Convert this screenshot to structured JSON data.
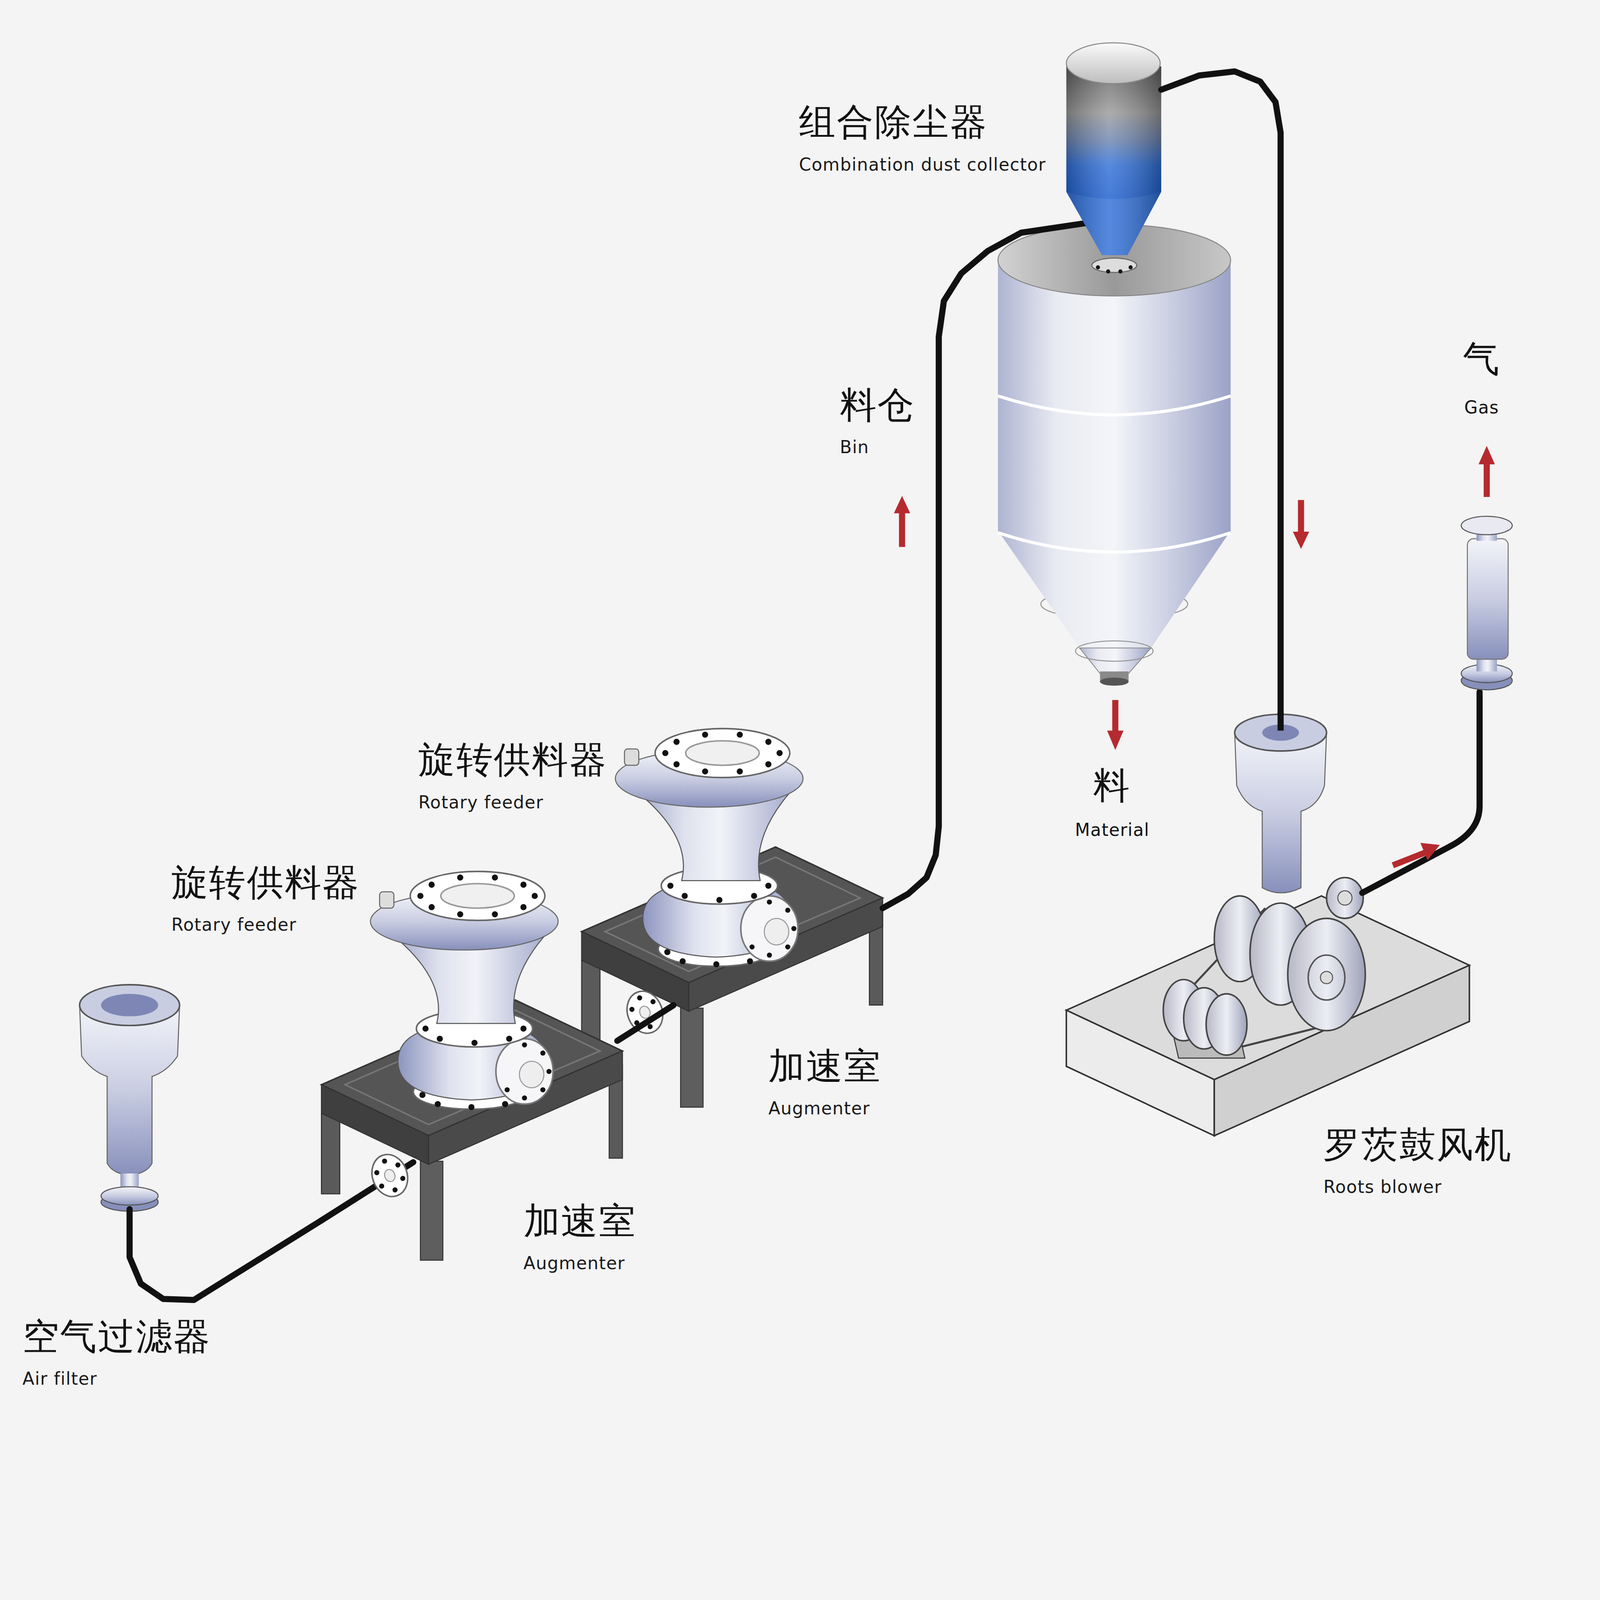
{
  "diagram": {
    "nodes": [
      {
        "text": [
          "组合除尘器",
          "Combination dust collector"
        ]
      },
      {
        "text": [
          "料仓",
          "Bin"
        ]
      },
      {
        "text": [
          "旋转供料器",
          "Rotary feeder"
        ]
      },
      {
        "text": [
          "加速室",
          "Augmenter"
        ]
      },
      {
        "text": [
          "旋转供料器",
          "Rotary feeder"
        ]
      },
      {
        "text": [
          "加速室",
          "Augmenter"
        ]
      },
      {
        "text": [
          "罗茨鼓风机",
          "Roots blower"
        ]
      },
      {
        "text": [
          "空气过滤器",
          "Air filter"
        ]
      }
    ],
    "edges": [
      {
        "from": 7,
        "to": 5,
        "arrow": "none"
      },
      {
        "from": 5,
        "to": 3,
        "arrow": "none"
      },
      {
        "from": 3,
        "to": 1,
        "arrow": "none"
      },
      {
        "from": 0,
        "to": 6,
        "arrow": "none"
      }
    ],
    "labels": [
      "料",
      "Material",
      "气",
      "Gas"
    ]
  }
}
